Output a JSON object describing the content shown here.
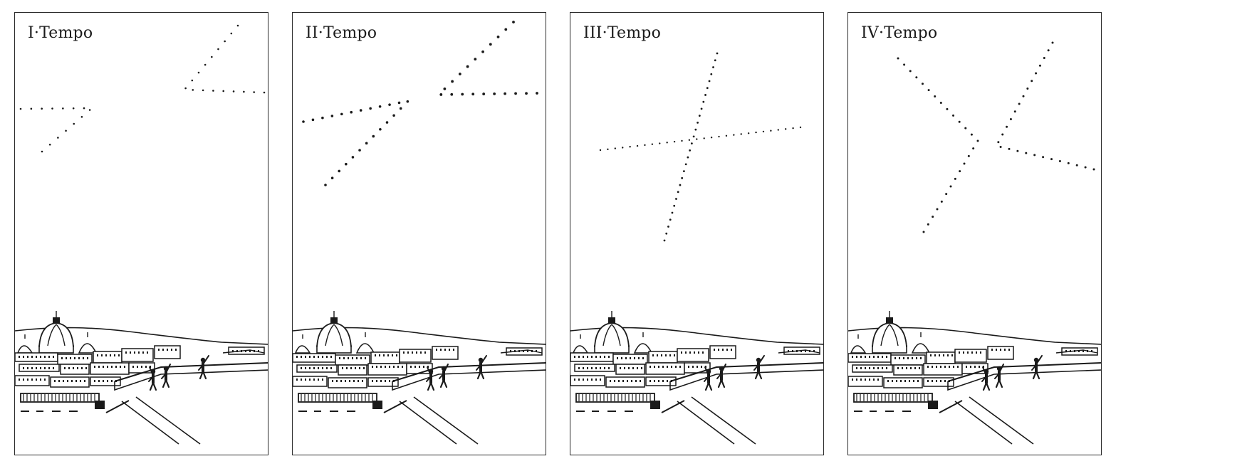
{
  "panels": [
    {
      "title": "I·Tempo"
    },
    {
      "title": "II·Tempo"
    },
    {
      "title": "III·Tempo"
    },
    {
      "title": "IV·Tempo"
    }
  ],
  "colors": {
    "ink": "#1a1a1a",
    "paper": "#ffffff"
  }
}
